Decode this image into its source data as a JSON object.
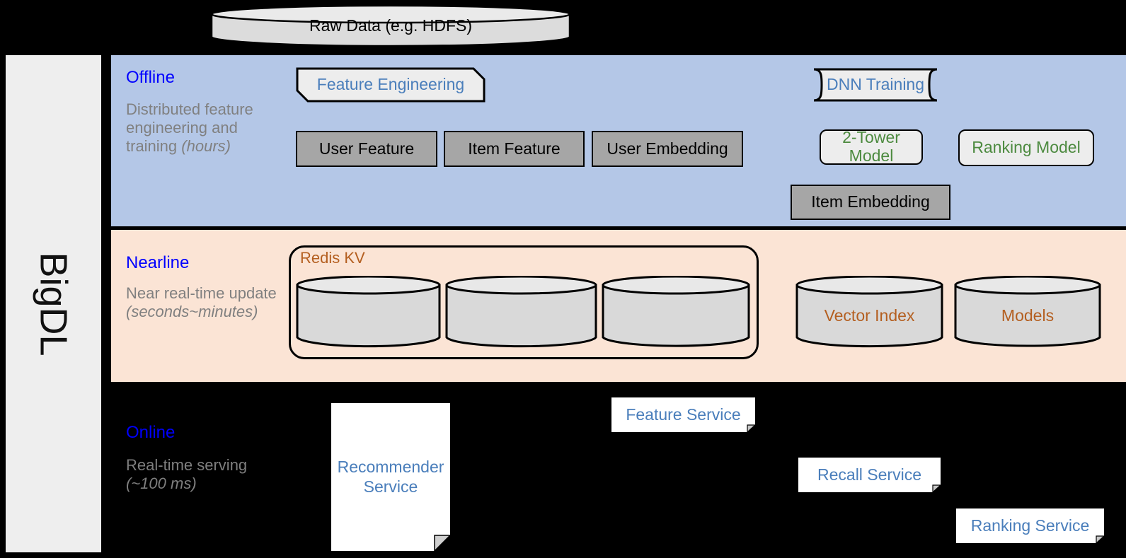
{
  "sidebar": {
    "label": "BigDL"
  },
  "bands": {
    "offline": {
      "title": "Offline",
      "subtitle": "Distributed feature engineering and training ",
      "subtitle_em": "(hours)"
    },
    "nearline": {
      "title": "Nearline",
      "subtitle": "Near real-time update ",
      "subtitle_em": "(seconds~minutes)"
    },
    "online": {
      "title": "Online",
      "subtitle": "Real-time serving ",
      "subtitle_em": "(~100 ms)"
    }
  },
  "nodes": {
    "raw_data": "Raw Data (e.g. HDFS)",
    "feature_engineering": "Feature Engineering",
    "dnn_training": "DNN Training",
    "user_feature": "User Feature",
    "item_feature": "Item Feature",
    "user_embedding": "User Embedding",
    "two_tower_model": "2-Tower Model",
    "ranking_model": "Ranking Model",
    "item_embedding": "Item Embedding",
    "redis_kv": "Redis KV",
    "vector_index": "Vector Index",
    "models": "Models",
    "recommender_service": "Recommender Service",
    "feature_service": "Feature Service",
    "recall_service": "Recall Service",
    "ranking_service": "Ranking Service"
  },
  "colors": {
    "offline_band": "#b4c7e7",
    "nearline_band": "#fbe4d5",
    "online_band": "#000000",
    "band_title": "#0000ff",
    "band_subtitle": "#808080",
    "gray_box": "#a6a6a6",
    "proc_box": "#ededed",
    "blue_text": "#4a7ebb",
    "green_text": "#4c8a3f",
    "brown_text": "#b45f20",
    "sidebar": "#eeeeee"
  }
}
